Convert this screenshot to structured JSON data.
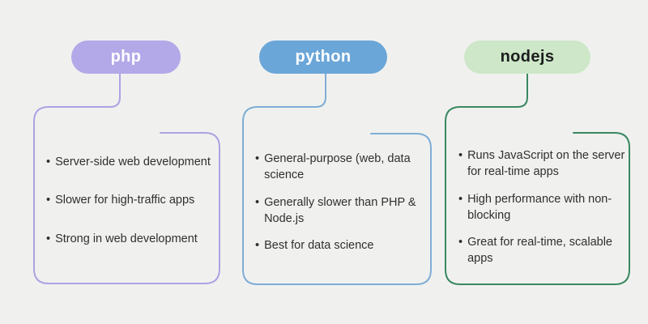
{
  "canvas": {
    "background": "#f0f1ef",
    "text_color": "#2f2f2f"
  },
  "glyphs": {
    "bullet": "•"
  },
  "columns": [
    {
      "id": "php",
      "label": "php",
      "pill_bg": "#b3a9e8",
      "pill_text_color": "#ffffff",
      "line_color": "#aba3e2",
      "items": [
        "Server-side web development",
        "Slower for high-traffic apps",
        "Strong in web development"
      ]
    },
    {
      "id": "python",
      "label": "python",
      "pill_bg": "#6ba6d8",
      "pill_text_color": "#ffffff",
      "line_color": "#7fadd6",
      "items": [
        "General-purpose (web, data science",
        "Generally slower than PHP & Node.js",
        "Best for data science"
      ]
    },
    {
      "id": "nodejs",
      "label": "nodejs",
      "pill_bg": "#cde7c8",
      "pill_text_color": "#1d1d1f",
      "line_color": "#3a8760",
      "items": [
        "Runs JavaScript on the server for real-time apps",
        "High performance with non-blocking",
        "Great for real-time, scalable apps"
      ]
    }
  ]
}
